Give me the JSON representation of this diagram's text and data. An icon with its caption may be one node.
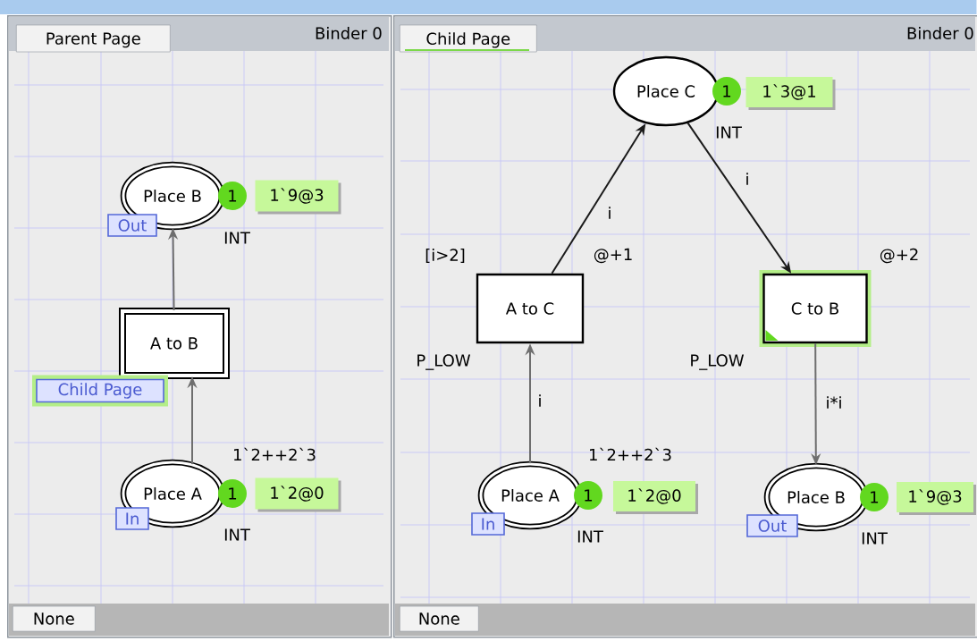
{
  "diagram": {
    "nodes": [
      {
        "text": [
          "Parent Page",
          "Binder 0",
          "None"
        ]
      },
      {
        "text": [
          "Place B"
        ],
        "beside": [
          "INT"
        ],
        "in": 0
      },
      {
        "text": [
          "1"
        ],
        "in": 0
      },
      {
        "text": [
          "1`9@3"
        ],
        "in": 0
      },
      {
        "text": [
          "Out"
        ],
        "in": 0
      },
      {
        "text": [
          "A to B"
        ],
        "in": 0
      },
      {
        "text": [
          "Child Page"
        ],
        "in": 0
      },
      {
        "text": [
          "Place A"
        ],
        "beside": [
          "1`2++2`3",
          "INT"
        ],
        "in": 0
      },
      {
        "text": [
          "1"
        ],
        "in": 0
      },
      {
        "text": [
          "1`2@0"
        ],
        "in": 0
      },
      {
        "text": [
          "In"
        ],
        "in": 0
      },
      {
        "text": [
          "Child Page",
          "Binder 0",
          "None"
        ]
      },
      {
        "text": [
          "Place C"
        ],
        "beside": [
          "INT"
        ],
        "in": 11
      },
      {
        "text": [
          "1"
        ],
        "in": 11
      },
      {
        "text": [
          "1`3@1"
        ],
        "in": 11
      },
      {
        "text": [
          "A to C"
        ],
        "beside": [
          "[i>2]",
          "@+1",
          "P_LOW"
        ],
        "in": 11
      },
      {
        "text": [
          "C to B"
        ],
        "beside": [
          "@+2",
          "P_LOW"
        ],
        "in": 11
      },
      {
        "text": [
          "Place A"
        ],
        "beside": [
          "1`2++2`3",
          "INT"
        ],
        "in": 11
      },
      {
        "text": [
          "1"
        ],
        "in": 11
      },
      {
        "text": [
          "1`2@0"
        ],
        "in": 11
      },
      {
        "text": [
          "In"
        ],
        "in": 11
      },
      {
        "text": [
          "Place B"
        ],
        "beside": [
          "INT"
        ],
        "in": 11
      },
      {
        "text": [
          "1"
        ],
        "in": 11
      },
      {
        "text": [
          "1`9@3"
        ],
        "in": 11
      },
      {
        "text": [
          "Out"
        ],
        "in": 11
      },
      {
        "text": [],
        "shape": "bar"
      }
    ],
    "edges": [
      {
        "from": 7,
        "to": 5,
        "arrow": "to"
      },
      {
        "from": 5,
        "to": 1,
        "arrow": "to"
      },
      {
        "from": 17,
        "to": 15,
        "arrow": "to",
        "label": "i"
      },
      {
        "from": 15,
        "to": 12,
        "arrow": "to",
        "label": "i",
        "color": "#1a1a1a"
      },
      {
        "from": 12,
        "to": 16,
        "arrow": "to",
        "label": "i",
        "color": "#1a1a1a"
      },
      {
        "from": 16,
        "to": 21,
        "arrow": "to",
        "label": "i*i"
      }
    ]
  }
}
